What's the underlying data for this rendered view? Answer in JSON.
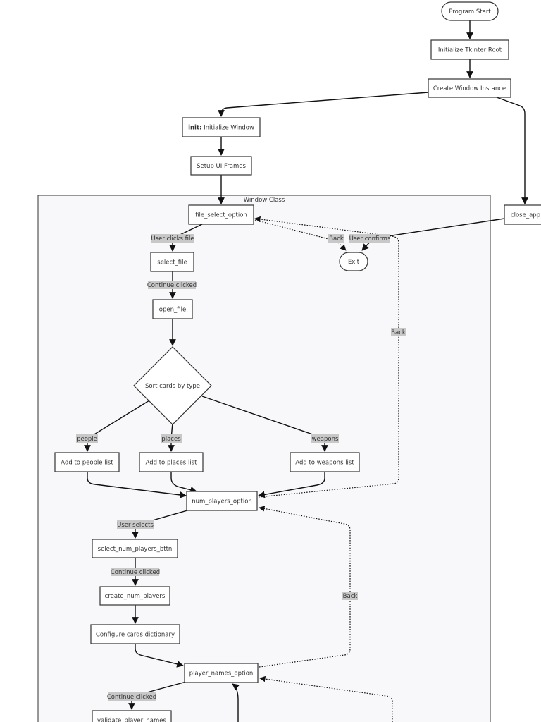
{
  "diagram": {
    "cluster_title": "Window Class",
    "nodes": {
      "program_start": "Program Start",
      "init_tk": "Initialize Tkinter Root",
      "create_window": "Create Window Instance",
      "init_prefix": "init:",
      "init_rest": " Initialize Window",
      "setup_ui": "Setup UI Frames",
      "file_select": "file_select_option",
      "close_app": "close_app",
      "exit": "Exit",
      "select_file": "select_file",
      "open_file": "open_file",
      "sort_cards": "Sort cards by type",
      "people_list": "Add to people list",
      "places_list": "Add to places list",
      "weapons_list": "Add to weapons list",
      "num_players": "num_players_option",
      "select_num_btn": "select_num_players_bttn",
      "create_num": "create_num_players",
      "configure_cards": "Configure cards dictionary",
      "player_names": "player_names_option",
      "validate_names": "validate_player_names"
    },
    "edge_labels": {
      "user_clicks_file": "User clicks file",
      "back_exit": "Back",
      "user_confirms": "User confirms",
      "continue_1": "Continue clicked",
      "back_right": "Back",
      "people": "people",
      "places": "places",
      "weapons": "weapons",
      "user_selects": "User selects",
      "continue_2": "Continue clicked",
      "back_mid": "Back",
      "continue_3": "Continue clicked"
    },
    "colors": {
      "start_fill": "#99ee88",
      "exit_fill": "#f4b4c0"
    }
  }
}
